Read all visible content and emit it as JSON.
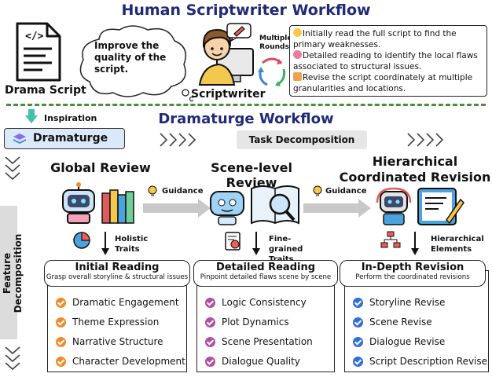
{
  "header": {
    "title": "Human Scriptwriter Workflow",
    "drama_script_label": "Drama Script",
    "cloud_text": "Improve the quality of the script.",
    "scriptwriter_label": "Scriptwriter",
    "multiple_rounds": "Multiple Rounds",
    "notes": [
      "Initially read the full script to find the primary weaknesses.",
      "Detailed reading to identify the local flaws associated to structural issues.",
      "Revise the script coordinately at multiple granularities and locations."
    ]
  },
  "dramaturge": {
    "title": "Dramaturge Workflow",
    "inspiration": "Inspiration",
    "name": "Dramaturge",
    "task_decomposition": "Task Decomposition",
    "feature_decomposition": "Feature Decomposition",
    "guidance": "Guidance"
  },
  "stages": [
    {
      "title": "Global Review",
      "traits": "Holistic Traits",
      "card_title": "Initial Reading",
      "card_subtitle": "Grasp overall storyline & structural issues",
      "items": [
        "Dramatic Engagement",
        "Theme Expression",
        "Narrative Structure",
        "Character Development"
      ]
    },
    {
      "title": "Scene-level Review",
      "traits": "Fine-grained Traits",
      "card_title": "Detailed Reading",
      "card_subtitle": "Pinpoint detailed flaws scene by scene",
      "items": [
        "Logic Consistency",
        "Plot Dynamics",
        "Scene Presentation",
        "Dialogue Quality"
      ]
    },
    {
      "title": "Hierarchical Coordinated Revision",
      "traits": "Hierarchical Elements",
      "card_title": "In-Depth Revision",
      "card_subtitle": "Perform the coordinated revisions",
      "items": [
        "Storyline Revise",
        "Scene Revise",
        "Dialogue Revise",
        "Script Description Revise"
      ]
    }
  ],
  "colors": {
    "title_blue": "#1f2a78",
    "dash_green": "#4d8d3e",
    "check_orange": "#f08a2c",
    "check_purple": "#b14fa8",
    "check_blue": "#2f6fd8"
  }
}
